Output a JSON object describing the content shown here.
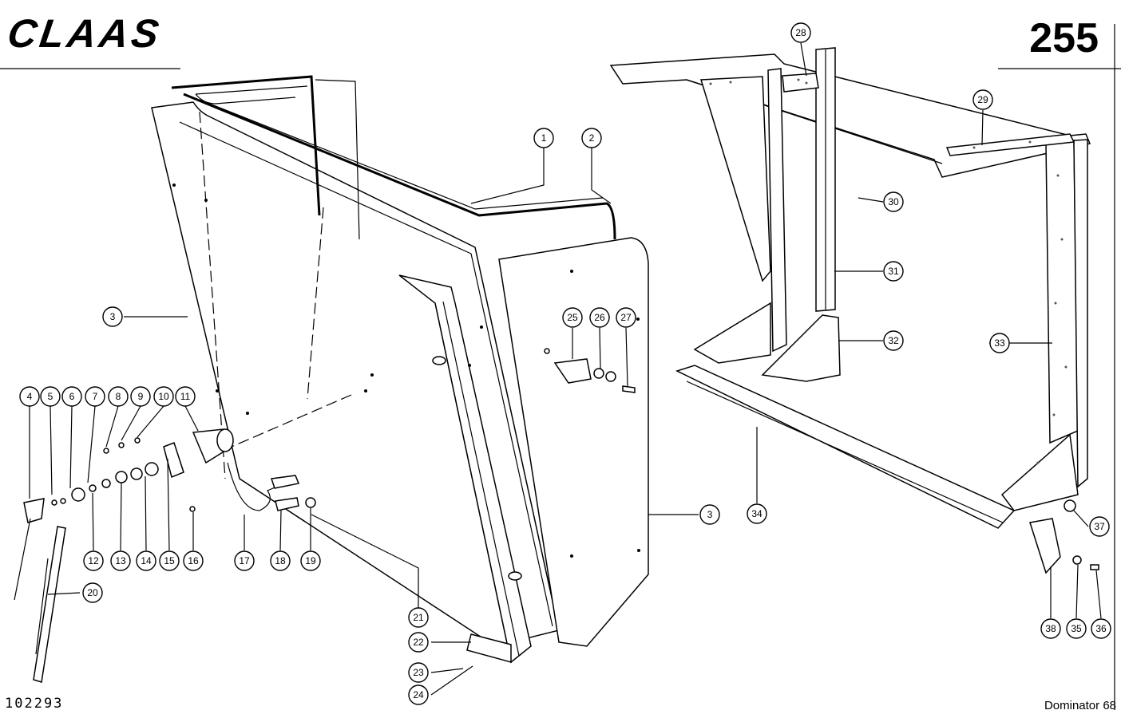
{
  "header": {
    "brand": "CLAAS",
    "page_number": "255"
  },
  "footer": {
    "drawing_number": "102293",
    "model": "Dominator 68"
  },
  "callouts": [
    {
      "label": "1"
    },
    {
      "label": "2"
    },
    {
      "label": "3"
    },
    {
      "label": "3"
    },
    {
      "label": "4"
    },
    {
      "label": "5"
    },
    {
      "label": "6"
    },
    {
      "label": "7"
    },
    {
      "label": "8"
    },
    {
      "label": "9"
    },
    {
      "label": "10"
    },
    {
      "label": "11"
    },
    {
      "label": "12"
    },
    {
      "label": "13"
    },
    {
      "label": "14"
    },
    {
      "label": "15"
    },
    {
      "label": "16"
    },
    {
      "label": "17"
    },
    {
      "label": "18"
    },
    {
      "label": "19"
    },
    {
      "label": "20"
    },
    {
      "label": "21"
    },
    {
      "label": "22"
    },
    {
      "label": "23"
    },
    {
      "label": "24"
    },
    {
      "label": "25"
    },
    {
      "label": "26"
    },
    {
      "label": "27"
    },
    {
      "label": "28"
    },
    {
      "label": "29"
    },
    {
      "label": "30"
    },
    {
      "label": "31"
    },
    {
      "label": "32"
    },
    {
      "label": "33"
    },
    {
      "label": "34"
    },
    {
      "label": "35"
    },
    {
      "label": "36"
    },
    {
      "label": "37"
    },
    {
      "label": "38"
    }
  ]
}
